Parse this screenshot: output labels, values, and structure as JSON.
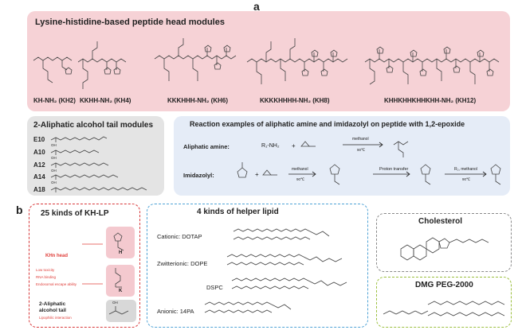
{
  "panel_a": {
    "letter": "a",
    "head_modules": {
      "title": "Lysine-histidine-based peptide head modules",
      "peptides": [
        {
          "label": "KH-NH₂ (KH2)"
        },
        {
          "label": "KKHH-NH₂ (KH4)"
        },
        {
          "label": "KKKHHH-NH₂ (KH6)"
        },
        {
          "label": "KKKKHHHH-NH₂ (KH8)"
        },
        {
          "label": "KHHKHHKHHKHH-NH₂ (KH12)"
        }
      ]
    },
    "tail_modules": {
      "title": "2-Aliphatic alcohol tail modules",
      "tails": [
        {
          "label": "E10"
        },
        {
          "label": "A10"
        },
        {
          "label": "A12"
        },
        {
          "label": "A14"
        },
        {
          "label": "A18"
        }
      ],
      "oh_label": "OH"
    },
    "reactions": {
      "title": "Reaction examples of aliphatic amine and imidazolyl on peptide with 1,2-epoxide",
      "aliphatic_amine": {
        "label": "Aliphatic amine:",
        "reactant": "R₁-NH₂",
        "plus": "+",
        "condition_top": "methanol",
        "condition_bottom": "90℃"
      },
      "imidazolyl": {
        "label": "Imidazolyl:",
        "plus": "+",
        "condition1_top": "methanol",
        "condition1_bottom": "90℃",
        "proton_transfer": "Proton transfer",
        "condition3_top": "R₂, methanol",
        "condition3_bottom": "90℃"
      }
    }
  },
  "panel_b": {
    "letter": "b",
    "khlp": {
      "title": "25 kinds of KH-LP",
      "head_label": "KHn head",
      "head_notes": [
        "Low toxicity",
        "RNA binding",
        "Endosomal escape ability"
      ],
      "residue_h": "H",
      "residue_k": "K",
      "tail_label_line1": "2-Aliphatic",
      "tail_label_line2": "alcohol tail",
      "tail_note": "Lipophilic interaction",
      "tail_oh": "OH"
    },
    "helper": {
      "title": "4 kinds of helper lipid",
      "lipids": [
        {
          "label": "Cationic: DOTAP"
        },
        {
          "label": "Zwitterionic: DOPE"
        },
        {
          "label": "DSPC"
        },
        {
          "label": "Anionic: 14PA"
        }
      ]
    },
    "cholesterol": {
      "title": "Cholesterol"
    },
    "dmg": {
      "title": "DMG PEG-2000"
    }
  },
  "colors": {
    "head_bg": "#f6d2d6",
    "tail_bg": "#e4e4e4",
    "reaction_bg": "#e5ecf7",
    "red_dash": "#d8383a",
    "blue_dash": "#4fa3d6",
    "gray_dash": "#8a8a8a",
    "green_dash": "#9bbf3d",
    "pink_fill": "#f4c9cf",
    "red_text": "#e0403c"
  }
}
